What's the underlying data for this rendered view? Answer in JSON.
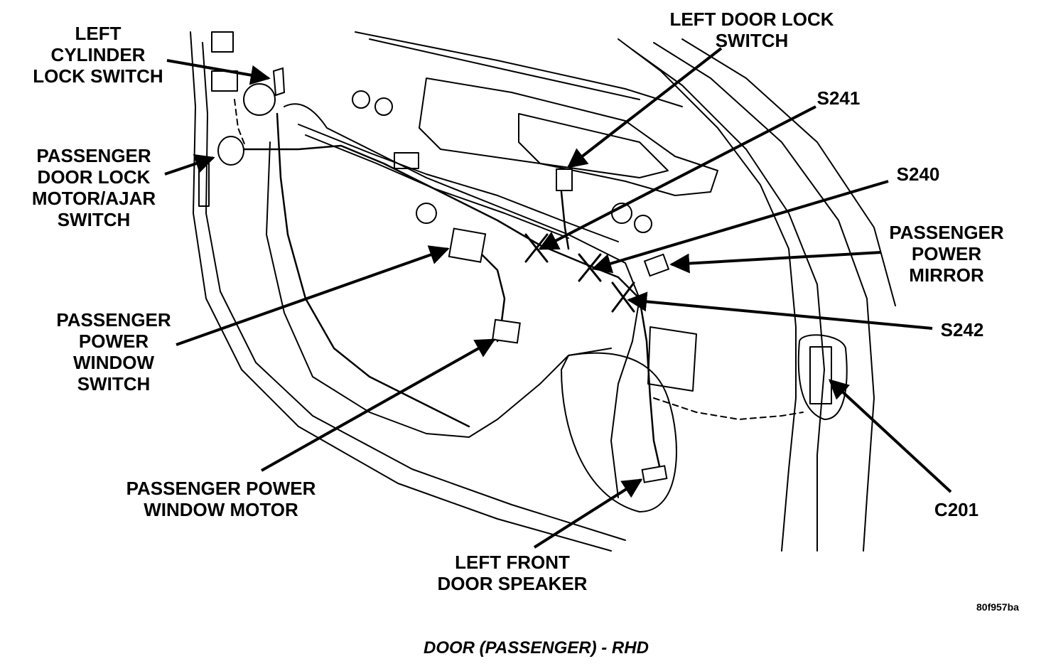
{
  "labels": {
    "left_cylinder_lock_switch": [
      "LEFT",
      "CYLINDER",
      "LOCK SWITCH"
    ],
    "passenger_door_lock_motor": [
      "PASSENGER",
      "DOOR LOCK",
      "MOTOR/AJAR",
      "SWITCH"
    ],
    "passenger_power_window_switch": [
      "PASSENGER",
      "POWER",
      "WINDOW",
      "SWITCH"
    ],
    "passenger_power_window_motor": [
      "PASSENGER POWER",
      "WINDOW MOTOR"
    ],
    "left_front_door_speaker": [
      "LEFT FRONT",
      "DOOR SPEAKER"
    ],
    "left_door_lock_switch": [
      "LEFT DOOR LOCK",
      "SWITCH"
    ],
    "s241": "S241",
    "s240": "S240",
    "passenger_power_mirror": [
      "PASSENGER",
      "POWER",
      "MIRROR"
    ],
    "s242": "S242",
    "c201": "C201"
  },
  "reference_code": "80f957ba",
  "caption": "DOOR (PASSENGER) - RHD",
  "colors": {
    "ink": "#000000",
    "paper": "#ffffff"
  }
}
